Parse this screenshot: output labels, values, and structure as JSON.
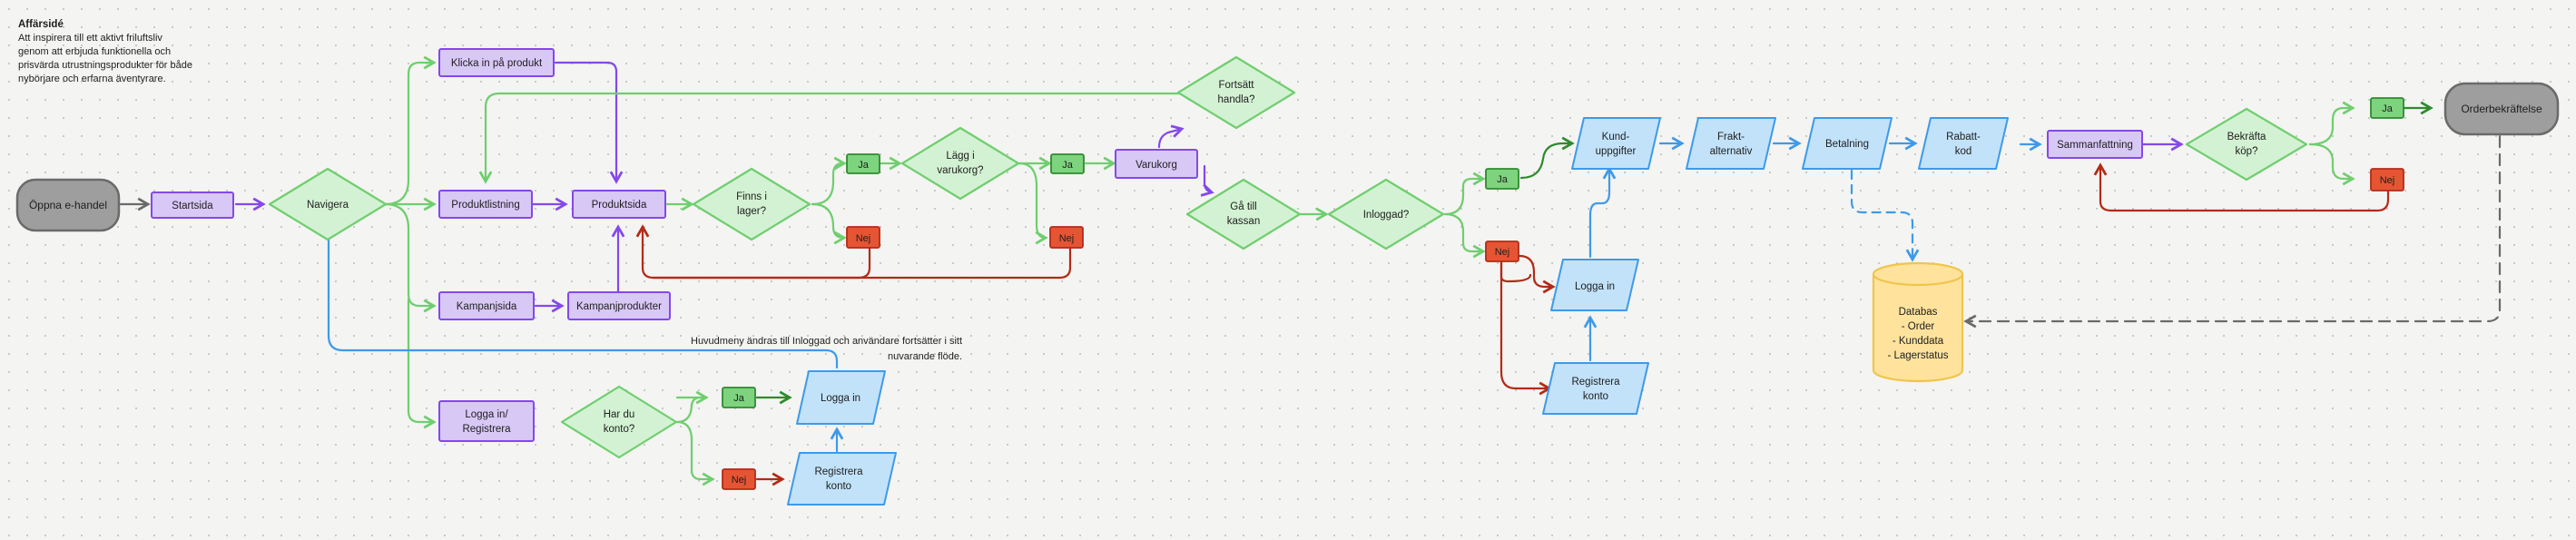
{
  "note": {
    "title": "Affärsidé",
    "body": "Att inspirera till ett aktivt friluftsliv genom att erbjuda funktionella och prisvärda utrustningsprodukter för både nybörjare och erfarna äventyrare."
  },
  "caption": "Huvudmeny ändras till Inloggad och användare fortsätter i sitt nuvarande flöde.",
  "nodes": {
    "open": "Öppna e-handel",
    "start": "Startsida",
    "navigate": "Navigera",
    "click_product": "Klicka in på produkt",
    "product_list": "Produktlistning",
    "product_page": "Produktsida",
    "campaign_page": "Kampanjsida",
    "campaign_products": "Kampanjprodukter",
    "login_register": [
      "Logga in/",
      "Registrera"
    ],
    "in_stock": [
      "Finns i",
      "lager?"
    ],
    "add_to_cart": [
      "Lägg i",
      "varukorg?"
    ],
    "cart": "Varukorg",
    "continue_shopping": [
      "Fortsätt",
      "handla?"
    ],
    "go_checkout": [
      "Gå till",
      "kassan"
    ],
    "logged_in": "Inloggad?",
    "has_account": [
      "Har du",
      "konto?"
    ],
    "login_left": "Logga in",
    "register_left": [
      "Registrera",
      "konto"
    ],
    "login_mid": "Logga in",
    "register_mid": [
      "Registrera",
      "konto"
    ],
    "customer_data": [
      "Kund-",
      "uppgifter"
    ],
    "shipping": [
      "Frakt-",
      "alternativ"
    ],
    "payment": "Betalning",
    "discount": [
      "Rabatt-",
      "kod"
    ],
    "summary": "Sammanfattning",
    "confirm": [
      "Bekräfta",
      "köp?"
    ],
    "order_confirmation": "Orderbekräftelse",
    "database": [
      "Databas",
      "- Order",
      "- Kunddata",
      "- Lagerstatus"
    ]
  },
  "labels": {
    "yes": "Ja",
    "no": "Nej"
  },
  "colors": {
    "purple_fill": "#d8c8f6",
    "purple_stroke": "#8448ec",
    "green_fill": "#d3f2d3",
    "green_stroke": "#6fce6f",
    "blue_fill": "#c2e2fa",
    "blue_stroke": "#3e9ae8",
    "gray_fill": "#9e9e9e",
    "gray_stroke": "#6a6a6a",
    "yes_fill": "#7ed37e",
    "no_fill": "#e55534",
    "db_fill": "#ffe39d",
    "db_stroke": "#f0c54c",
    "red_arrow": "#b22b17",
    "dark_green_arrow": "#2f8a2f"
  }
}
